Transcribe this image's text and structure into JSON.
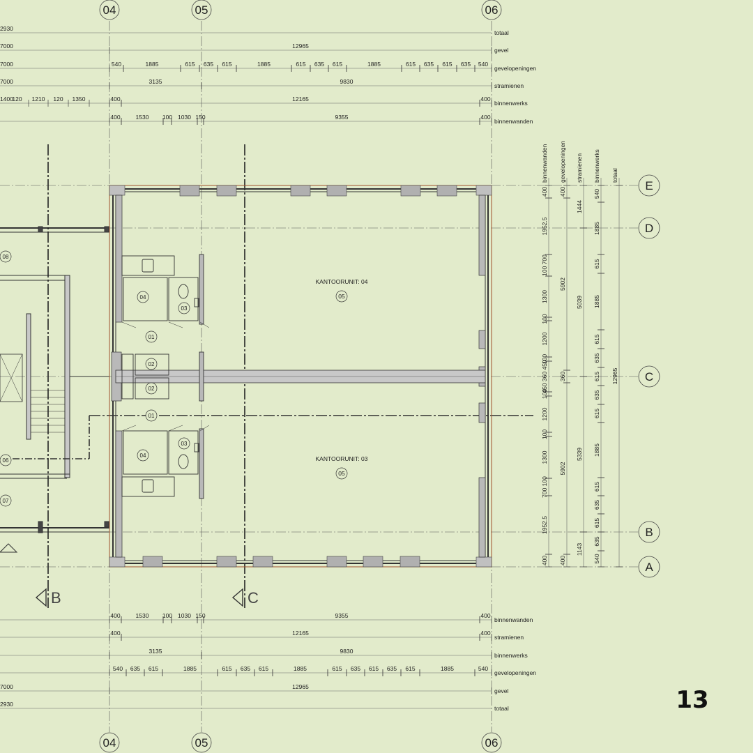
{
  "page_number": "13",
  "grid_columns": [
    "04",
    "05",
    "06"
  ],
  "grid_rows": [
    "E",
    "D",
    "C",
    "B",
    "A"
  ],
  "rooms": [
    {
      "label": "KANTOORUNIT: 04",
      "tag": "05"
    },
    {
      "label": "KANTOORUNIT: 03",
      "tag": "05"
    }
  ],
  "room_tags": [
    "08",
    "06",
    "07",
    "04",
    "03",
    "01",
    "02",
    "02",
    "01",
    "03",
    "04"
  ],
  "section_marks": [
    "B",
    "C"
  ],
  "top_dims": [
    {
      "label": "totaal",
      "partial": "2930",
      "values": []
    },
    {
      "label": "gevel",
      "partial": "7000",
      "values": [
        "12965"
      ]
    },
    {
      "label": "gevelopeningen",
      "partial": "7000",
      "values": [
        "540",
        "1885",
        "615",
        "635",
        "615",
        "1885",
        "615",
        "635",
        "615",
        "1885",
        "615",
        "635",
        "615",
        "635",
        "540"
      ]
    },
    {
      "label": "stramienen",
      "partial": "7000",
      "values": [
        "3135",
        "9830"
      ]
    },
    {
      "label": "binnenwerks",
      "partial": "1400",
      "values": [
        "120",
        "1210",
        "120",
        "1350",
        "400",
        "12165",
        "400"
      ]
    },
    {
      "label": "binnenwanden",
      "partial": "",
      "values": [
        "400",
        "1530",
        "100",
        "1030",
        "150",
        "9355",
        "400"
      ]
    }
  ],
  "bottom_dims": [
    {
      "label": "binnenwanden",
      "partial": "",
      "values": [
        "400",
        "1530",
        "100",
        "1030",
        "150",
        "9355",
        "400"
      ]
    },
    {
      "label": "stramienen",
      "partial": "",
      "values": [
        "400",
        "12165",
        "400"
      ]
    },
    {
      "label": "binnenwerks",
      "partial": "",
      "values": [
        "3135",
        "9830"
      ]
    },
    {
      "label": "gevelopeningen",
      "partial": "",
      "values": [
        "540",
        "635",
        "615",
        "1885",
        "615",
        "635",
        "615",
        "1885",
        "615",
        "635",
        "615",
        "635",
        "615",
        "1885",
        "540"
      ]
    },
    {
      "label": "gevel",
      "partial": "7000",
      "values": [
        "12965"
      ]
    },
    {
      "label": "totaal",
      "partial": "2930",
      "values": []
    }
  ],
  "right_dim_labels": [
    "binnenwanden",
    "gevelopeningen",
    "stramienen",
    "binnenwerks",
    "totaal"
  ],
  "right_dims": {
    "binnenwanden": [
      "400",
      "1952.5",
      "100 700",
      "1300",
      "100",
      "1200",
      "100",
      "450 360 450",
      "100",
      "1200",
      "100",
      "1300",
      "700 100",
      "1952.5",
      "400"
    ],
    "gevelopeningen": [
      "400",
      "5902",
      "360",
      "5902",
      "400"
    ],
    "stramienen": [
      "1444",
      "5039",
      "5339",
      "1143"
    ],
    "binnenwerks": [
      "540",
      "1885",
      "615",
      "1885",
      "615",
      "635",
      "615",
      "635",
      "615",
      "1885",
      "615",
      "635",
      "615",
      "635",
      "540"
    ],
    "totaal": [
      "12965"
    ]
  }
}
